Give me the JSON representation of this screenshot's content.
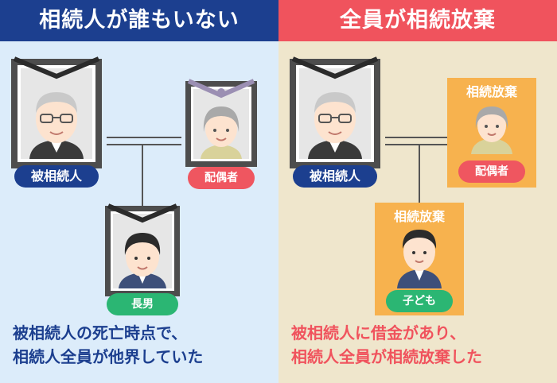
{
  "left": {
    "title": "相続人が誰もいない",
    "deceased_label": "被相続人",
    "spouse_label": "配偶者",
    "eldest_son_label": "長男",
    "caption_line1": "被相続人の死亡時点で、",
    "caption_line2": "相続人全員が他界していた"
  },
  "right": {
    "title": "全員が相続放棄",
    "deceased_label": "被相続人",
    "spouse_renounce_label": "相続放棄",
    "spouse_label": "配偶者",
    "child_renounce_label": "相続放棄",
    "child_label": "子ども",
    "caption_line1": "被相続人に借金があり、",
    "caption_line2": "相続人全員が相続放棄した"
  }
}
